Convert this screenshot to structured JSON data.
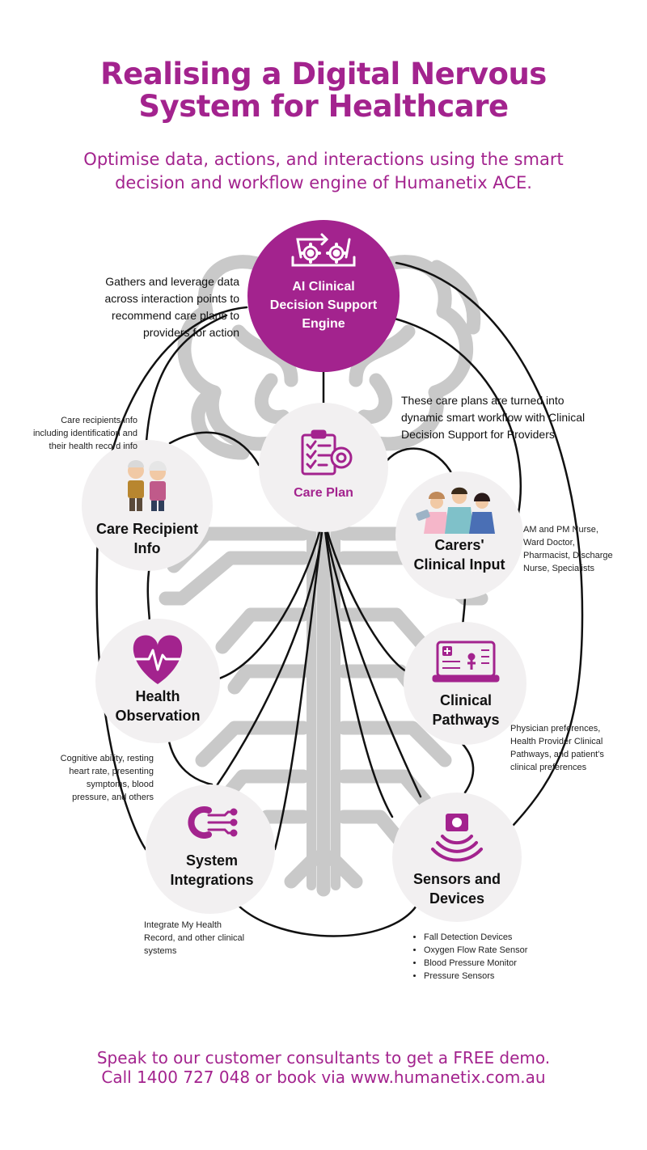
{
  "title": {
    "line1": "Realising a Digital Nervous",
    "line2": "System for Healthcare"
  },
  "subtitle": {
    "line1": "Optimise data, actions, and interactions using the smart",
    "line2": "decision and  workflow engine of Humanetix ACE."
  },
  "colors": {
    "accent": "#a3238e",
    "node_bg": "#f2f0f1",
    "brain": "#c9c9c9",
    "connector": "#111111"
  },
  "engine": {
    "icon": "gears-cycle-icon",
    "label1": "AI Clinical",
    "label2": "Decision Support",
    "label3": "Engine",
    "note": [
      "Gathers and leverage data",
      "across interaction points to",
      "recommend care plans to",
      "providers for action"
    ]
  },
  "care_plan": {
    "icon": "clipboard-checklist-icon",
    "label": "Care Plan",
    "note": [
      "These care plans are turned into",
      "dynamic smart workflow with Clinical",
      "Decision Support for Providers"
    ]
  },
  "care_recipient": {
    "icon": "elderly-couple-icon",
    "label1": "Care Recipient",
    "label2": "Info",
    "note": [
      "Care recipients info",
      "including identification and",
      "their health record info"
    ]
  },
  "carers": {
    "icon": "clinical-staff-icon",
    "label1": "Carers'",
    "label2": "Clinical Input",
    "note": [
      "AM and PM Nurse,",
      "Ward Doctor,",
      "Pharmacist, Discharge",
      "Nurse, Specialists"
    ]
  },
  "health_observation": {
    "icon": "heart-pulse-icon",
    "label1": "Health",
    "label2": "Observation",
    "note": [
      "Cognitive ability, resting",
      "heart rate, presenting",
      "symptoms, blood",
      "pressure, and others"
    ]
  },
  "clinical_pathways": {
    "icon": "patient-record-monitor-icon",
    "label1": "Clinical",
    "label2": "Pathways",
    "note": [
      "Physician preferences,",
      "Health Provider Clinical",
      "Pathways, and patient's",
      "clinical preferences"
    ]
  },
  "system_integrations": {
    "icon": "integration-circuit-icon",
    "label1": "System",
    "label2": "Integrations",
    "note": [
      "Integrate My Health",
      "Record, and other clinical",
      "systems"
    ]
  },
  "sensors": {
    "icon": "sensor-waves-icon",
    "label1": "Sensors and",
    "label2": "Devices",
    "items": [
      "Fall Detection Devices",
      "Oxygen Flow Rate Sensor",
      "Blood Pressure Monitor",
      "Pressure Sensors"
    ]
  },
  "cta": {
    "line1": "Speak to our customer consultants to get a FREE demo.",
    "line2": "Call 1400 727 048 or book via www.humanetix.com.au"
  }
}
